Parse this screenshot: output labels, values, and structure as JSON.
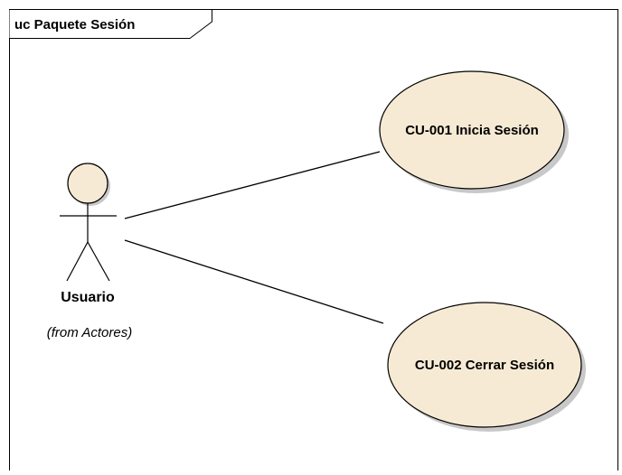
{
  "frame": {
    "title": "uc Paquete Sesión"
  },
  "actor": {
    "name": "Usuario",
    "stereotype": "(from Actores)"
  },
  "use_cases": [
    {
      "id": "uc-001",
      "label": "CU-001 Inicia Sesión"
    },
    {
      "id": "uc-002",
      "label": "CU-002 Cerrar Sesión"
    }
  ],
  "colors": {
    "background": "#ffffff",
    "line": "#000000",
    "shape_fill": "#f7ead4",
    "shadow": "#9b9b9b",
    "text": "#000000"
  }
}
